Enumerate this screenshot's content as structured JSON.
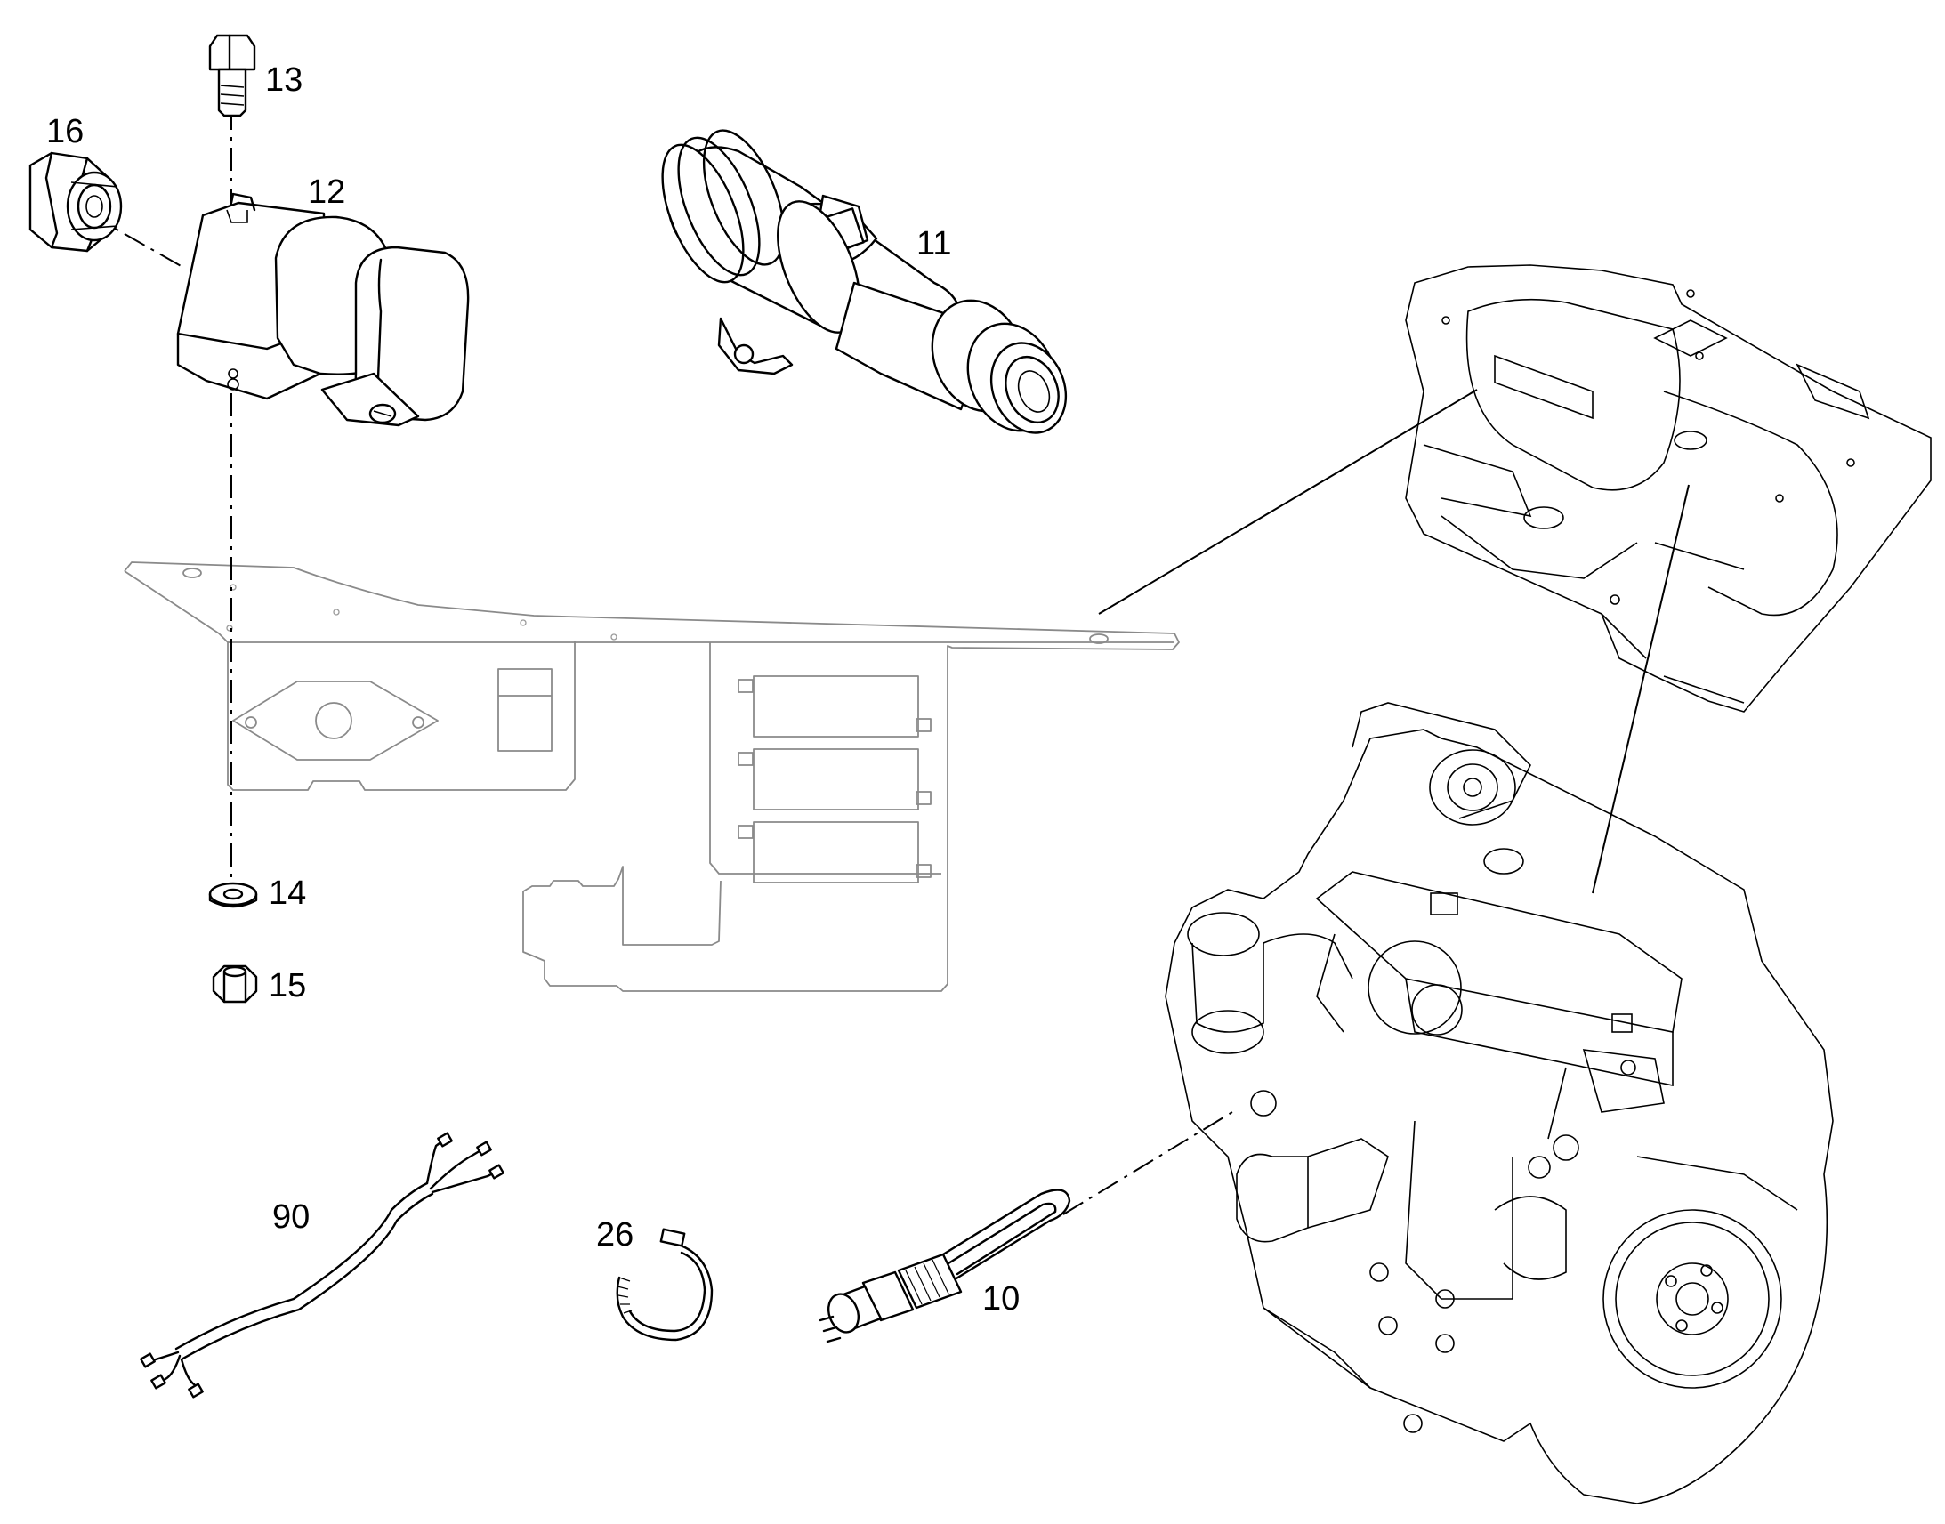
{
  "callouts": {
    "c10": "10",
    "c11": "11",
    "c12": "12",
    "c13": "13",
    "c14": "14",
    "c15": "15",
    "c16": "16",
    "c26": "26",
    "c90": "90"
  }
}
